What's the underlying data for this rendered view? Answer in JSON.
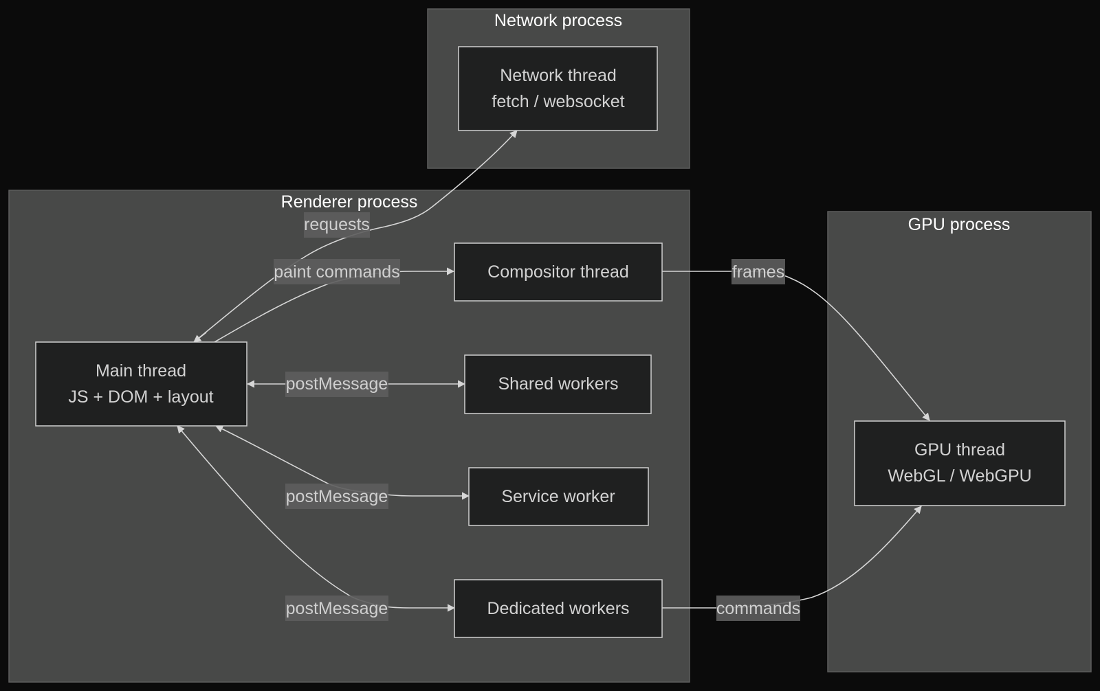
{
  "clusters": {
    "network": {
      "title": "Network process"
    },
    "renderer": {
      "title": "Renderer process"
    },
    "gpu": {
      "title": "GPU process"
    }
  },
  "nodes": {
    "network_thread": {
      "line1": "Network thread",
      "line2": "fetch / websocket"
    },
    "main_thread": {
      "line1": "Main thread",
      "line2": "JS + DOM + layout"
    },
    "compositor_thread": {
      "line1": "Compositor thread"
    },
    "shared_workers": {
      "line1": "Shared workers"
    },
    "service_worker": {
      "line1": "Service worker"
    },
    "dedicated_workers": {
      "line1": "Dedicated workers"
    },
    "gpu_thread": {
      "line1": "GPU thread",
      "line2": "WebGL / WebGPU"
    }
  },
  "edges": {
    "requests": "requests",
    "paint_commands": "paint commands",
    "post_shared": "postMessage",
    "post_service": "postMessage",
    "post_dedicated": "postMessage",
    "frames": "frames",
    "commands": "commands"
  },
  "colors": {
    "background": "#0b0b0b",
    "cluster_fill": "#484948",
    "node_fill": "#1f2020",
    "node_stroke": "#cfcfcf",
    "edge": "#d6d6d6",
    "edge_label_bg": "#5d5d5d"
  }
}
